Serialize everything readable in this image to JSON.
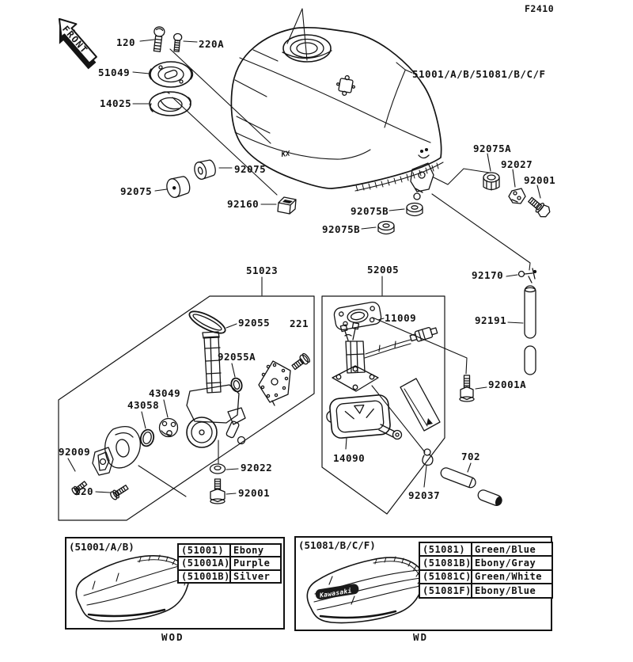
{
  "doc": {
    "fiche_code": "F2410"
  },
  "front_arrow": {
    "label": "FRONT"
  },
  "tank": {
    "emblem": "KX",
    "logo": "Kawasaki"
  },
  "labels": [
    {
      "text": "120"
    },
    {
      "text": "220A"
    },
    {
      "text": "51049"
    },
    {
      "text": "14025"
    },
    {
      "text": "51001/A/B/51081/B/C/F"
    },
    {
      "text": "92075A"
    },
    {
      "text": "92027"
    },
    {
      "text": "92001"
    },
    {
      "text": "92075"
    },
    {
      "text": "92075"
    },
    {
      "text": "92160"
    },
    {
      "text": "92075B"
    },
    {
      "text": "92075B"
    },
    {
      "text": "51023"
    },
    {
      "text": "52005"
    },
    {
      "text": "92170"
    },
    {
      "text": "92191"
    },
    {
      "text": "11009"
    },
    {
      "text": "92055"
    },
    {
      "text": "221"
    },
    {
      "text": "92055A"
    },
    {
      "text": "43049"
    },
    {
      "text": "43058"
    },
    {
      "text": "92009"
    },
    {
      "text": "220"
    },
    {
      "text": "92022"
    },
    {
      "text": "92001"
    },
    {
      "text": "92001A"
    },
    {
      "text": "14090"
    },
    {
      "text": "702"
    },
    {
      "text": "92037"
    }
  ],
  "panels": [
    {
      "header": "(51001/A/B)",
      "caption": "WOD",
      "rows": [
        [
          "(51001)",
          "Ebony"
        ],
        [
          "(51001A)",
          "Purple"
        ],
        [
          "(51001B)",
          "Silver"
        ]
      ]
    },
    {
      "header": "(51081/B/C/F)",
      "caption": "WD",
      "rows": [
        [
          "(51081)",
          "Green/Blue"
        ],
        [
          "(51081B)",
          "Ebony/Gray"
        ],
        [
          "(51081C)",
          "Green/White"
        ],
        [
          "(51081F)",
          "Ebony/Blue"
        ]
      ]
    }
  ]
}
